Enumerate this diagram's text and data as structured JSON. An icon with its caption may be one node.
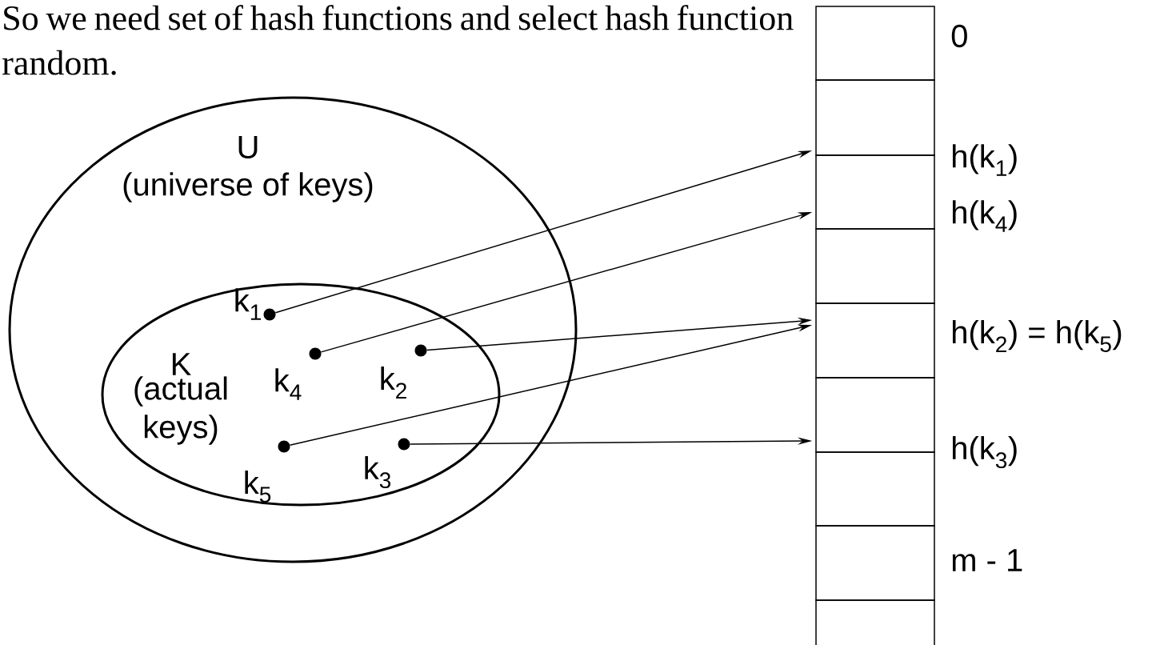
{
  "diagram": {
    "nodes": [
      {
        "text": [
          "U",
          "(universe of keys)"
        ]
      },
      {
        "text": [
          "K",
          "(actual keys)"
        ],
        "in": 0
      },
      {
        "text": [
          "k$_{1}$"
        ],
        "in": 1
      },
      {
        "text": [
          "k$_{4}$"
        ],
        "in": 1
      },
      {
        "text": [
          "k$_{2}$"
        ],
        "in": 1
      },
      {
        "text": [
          "k$_{5}$"
        ],
        "in": 1
      },
      {
        "text": [
          "k$_{3}$"
        ],
        "in": 1
      },
      {
        "text": [],
        "shape": "box",
        "beside": [
          "0"
        ]
      },
      {
        "text": [],
        "shape": "box",
        "beside": [
          "h(k$_{1}$)"
        ]
      },
      {
        "text": [],
        "shape": "box",
        "beside": [
          "h(k$_{4}$)"
        ]
      },
      {
        "text": [],
        "shape": "box"
      },
      {
        "text": [],
        "shape": "box",
        "beside": [
          "h(k$_{2}$) = h(k$_{5}$)"
        ]
      },
      {
        "text": [],
        "shape": "box",
        "beside": [
          "h(k$_{3}$)"
        ]
      },
      {
        "text": [],
        "shape": "box"
      },
      {
        "text": [],
        "shape": "box",
        "beside": [
          "m - 1"
        ]
      },
      {
        "text": [],
        "shape": "box"
      }
    ],
    "edges": [
      {
        "from": 2,
        "to": 8,
        "arrow": "to"
      },
      {
        "from": 3,
        "to": 9,
        "arrow": "to"
      },
      {
        "from": 4,
        "to": 11,
        "arrow": "to"
      },
      {
        "from": 5,
        "to": 11,
        "arrow": "to"
      },
      {
        "from": 6,
        "to": 12,
        "arrow": "to"
      }
    ],
    "labels": [
      "So we need set of hash functions and select hash function random."
    ]
  }
}
